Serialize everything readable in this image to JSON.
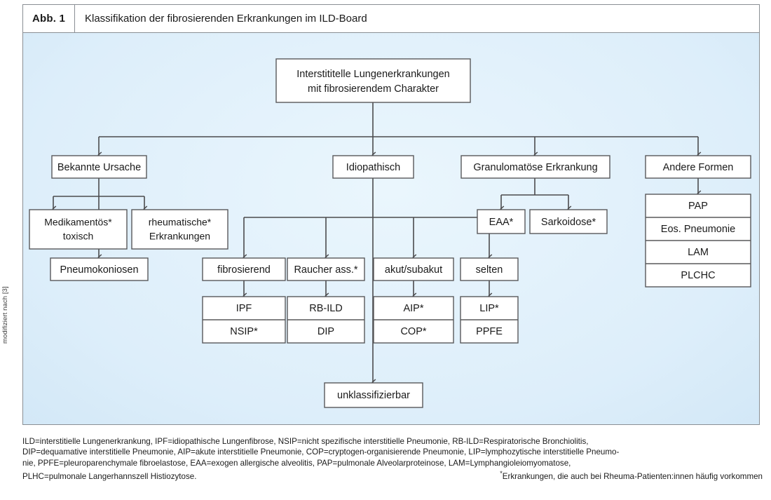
{
  "figure": {
    "label": "Abb. 1",
    "title": "Klassifikation der fibrosierenden Erkrankungen im ILD-Board",
    "credit": "modifiziert nach [3]",
    "background_color": "#e4f2fb",
    "box_fill": "#ffffff",
    "box_border": "#58585a"
  },
  "chart_data": {
    "type": "diagram",
    "title": "Klassifikation der fibrosierenden Erkrankungen im ILD-Board",
    "root": "Interstititelle Lungenerkrankungen mit fibrosierendem Charakter",
    "levels": [
      [
        "Bekannte Ursache",
        "Idiopathisch",
        "Granulomatöse Erkrankung",
        "Andere Formen"
      ],
      [
        "Medikamentös* toxisch",
        "rheumatische* Erkrankungen",
        "EAA*",
        "Sarkoidose*",
        "PAP",
        "Eos. Pneumonie",
        "LAM",
        "PLCHC"
      ],
      [
        "Pneumokoniosen",
        "fibrosierend",
        "Raucher ass.*",
        "akut/subakut",
        "selten"
      ],
      [
        "IPF",
        "NSIP*",
        "RB-ILD",
        "DIP",
        "AIP*",
        "COP*",
        "LIP*",
        "PPFE"
      ],
      [
        "unklassifizierbar"
      ]
    ]
  },
  "nodes": {
    "root_line1": "Interstititelle Lungenerkrankungen",
    "root_line2": "mit fibrosierendem Charakter",
    "bekannte_ursache": "Bekannte Ursache",
    "idiopathisch": "Idiopathisch",
    "granulomatoese": "Granulomatöse Erkrankung",
    "andere_formen": "Andere Formen",
    "medikamentoes_line1": "Medikamentös*",
    "medikamentoes_line2": "toxisch",
    "rheumatische_line1": "rheumatische*",
    "rheumatische_line2": "Erkrankungen",
    "pneumokoniosen": "Pneumokoniosen",
    "eaa": "EAA*",
    "sarkoidose": "Sarkoidose*",
    "pap": "PAP",
    "eos_pneumonie": "Eos. Pneumonie",
    "lam": "LAM",
    "plchc": "PLCHC",
    "fibrosierend": "fibrosierend",
    "raucher_ass": "Raucher ass.*",
    "akut_subakut": "akut/subakut",
    "selten": "selten",
    "ipf": "IPF",
    "nsip": "NSIP*",
    "rb_ild": "RB-ILD",
    "dip": "DIP",
    "aip": "AIP*",
    "cop": "COP*",
    "lip": "LIP*",
    "ppfe": "PPFE",
    "unklassifizierbar": "unklassifizierbar"
  },
  "legend": {
    "line1": "ILD=interstitielle Lungenerkrankung, IPF=idiopathische Lungenfibrose, NSIP=nicht spezifische interstitielle Pneumonie, RB-ILD=Respiratorische Bronchiolitis,",
    "line2": "DIP=dequamative interstitielle Pneumonie, AIP=akute interstitielle Pneumonie, COP=cryptogen-organisierende Pneumonie, LIP=lymphozytische interstitielle Pneumo-",
    "line3": "nie, PPFE=pleuroparenchymale fibroelastose, EAA=exogen allergische alveolitis, PAP=pulmonale Alveolarproteinose, LAM=Lymphangioleiomyomatose,",
    "line4": "PLHC=pulmonale Langerhannszell Histiozytose.",
    "footnote": "Erkrankungen, die auch bei Rheuma-Patienten:innen häufig vorkommen"
  }
}
